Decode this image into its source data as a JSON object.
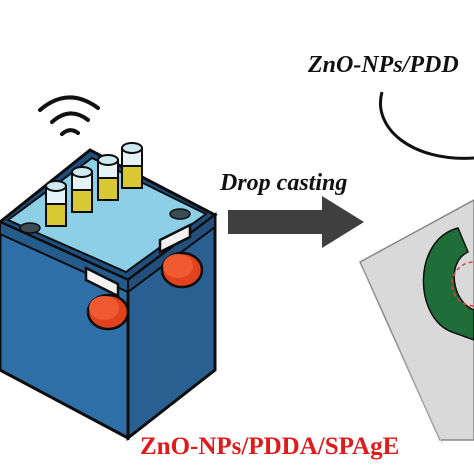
{
  "labels": {
    "top_material": "ZnO-NPs/PDD",
    "process": "Drop casting",
    "bottom_material": "ZnO-NPs/PDDA/SPAgE"
  },
  "colors": {
    "sonicator_body": "#2f6fa8",
    "sonicator_top": "#8ccfe6",
    "knob": "#e0421e",
    "arrow": "#3f3f3f",
    "electrode_green": "#1f6e3a",
    "substrate": "#d9d9d9",
    "bottom_label": "#e01b1b"
  },
  "icons": {
    "wifi": "ultrasound-waves-icon",
    "arrow": "right-arrow-icon"
  }
}
